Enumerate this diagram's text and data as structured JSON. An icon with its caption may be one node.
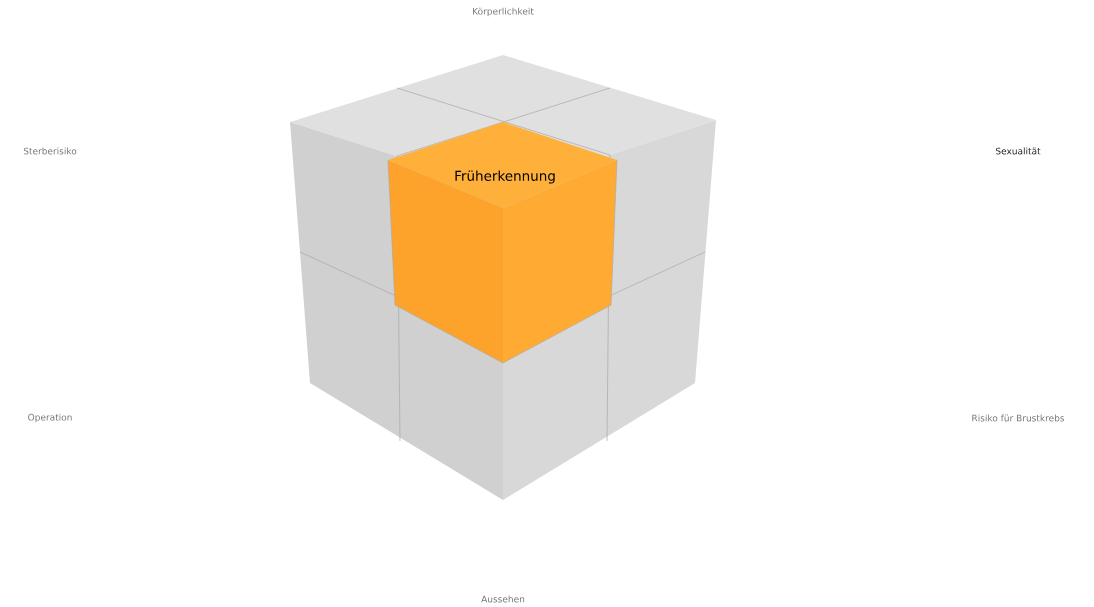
{
  "diagram": {
    "nodes": [
      {
        "text": [
          "Früherkennung"
        ]
      }
    ],
    "edges": [],
    "labels": [
      "Körperlichkeit",
      "Sterberisiko",
      "Sexualität",
      "Operation",
      "Risiko für Brustkrebs",
      "Aussehen"
    ]
  }
}
